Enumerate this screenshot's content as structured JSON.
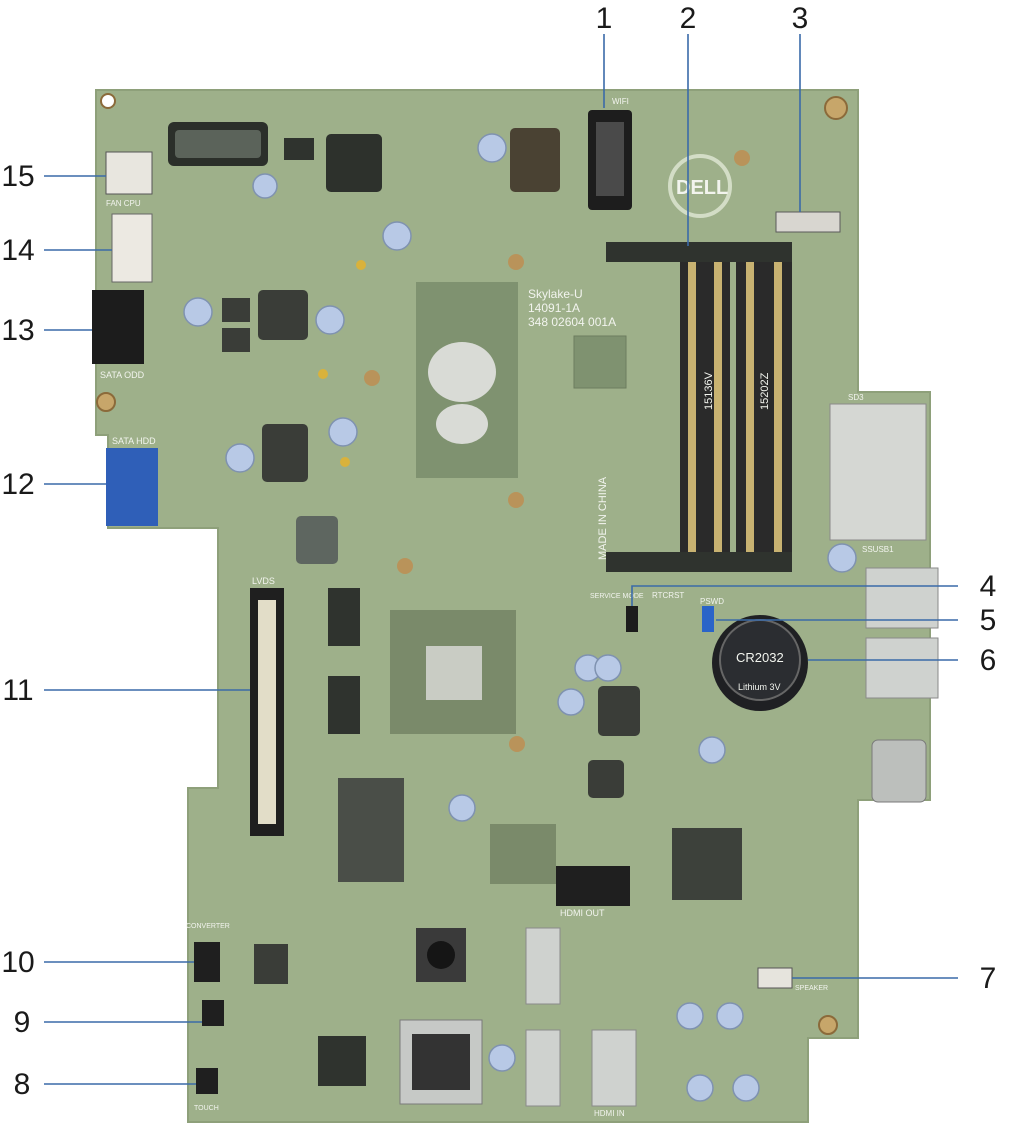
{
  "callouts": [
    {
      "id": "1",
      "label": "1"
    },
    {
      "id": "2",
      "label": "2"
    },
    {
      "id": "3",
      "label": "3"
    },
    {
      "id": "4",
      "label": "4"
    },
    {
      "id": "5",
      "label": "5"
    },
    {
      "id": "6",
      "label": "6"
    },
    {
      "id": "7",
      "label": "7"
    },
    {
      "id": "8",
      "label": "8"
    },
    {
      "id": "9",
      "label": "9"
    },
    {
      "id": "10",
      "label": "10"
    },
    {
      "id": "11",
      "label": "11"
    },
    {
      "id": "12",
      "label": "12"
    },
    {
      "id": "13",
      "label": "13"
    },
    {
      "id": "14",
      "label": "14"
    },
    {
      "id": "15",
      "label": "15"
    }
  ],
  "board_markings": {
    "brand": "DELL",
    "battery_line1": "CR2032",
    "battery_line2": "Lithium 3V",
    "sata_odd": "SATA ODD",
    "sata_hdd": "SATA HDD",
    "fan": "FAN CPU",
    "lvds": "LVDS",
    "hdmi_out": "HDMI OUT",
    "hdmi_in": "HDMI IN",
    "rtcrst": "RTCRST",
    "pswd": "PSWD",
    "wifi": "WIFI",
    "made_in": "MADE IN CHINA",
    "cpu_line1": "Skylake-U",
    "cpu_line2": "14091-1A",
    "cpu_line3": "348 02604 001A",
    "dimm_a": "15136V",
    "dimm_b": "15202Z",
    "speaker": "SPEAKER",
    "touch": "TOUCH",
    "converter": "CONVERTER",
    "sd": "SD3",
    "ssusb": "SSUSB1",
    "service": "SERVICE MODE"
  },
  "colors": {
    "pcb": "#9eb08a",
    "pcb_edge": "#8ea07a",
    "label_line": "#3a6aa8",
    "sata_blue": "#2f5fb8",
    "connector_black": "#1c1c1c"
  }
}
